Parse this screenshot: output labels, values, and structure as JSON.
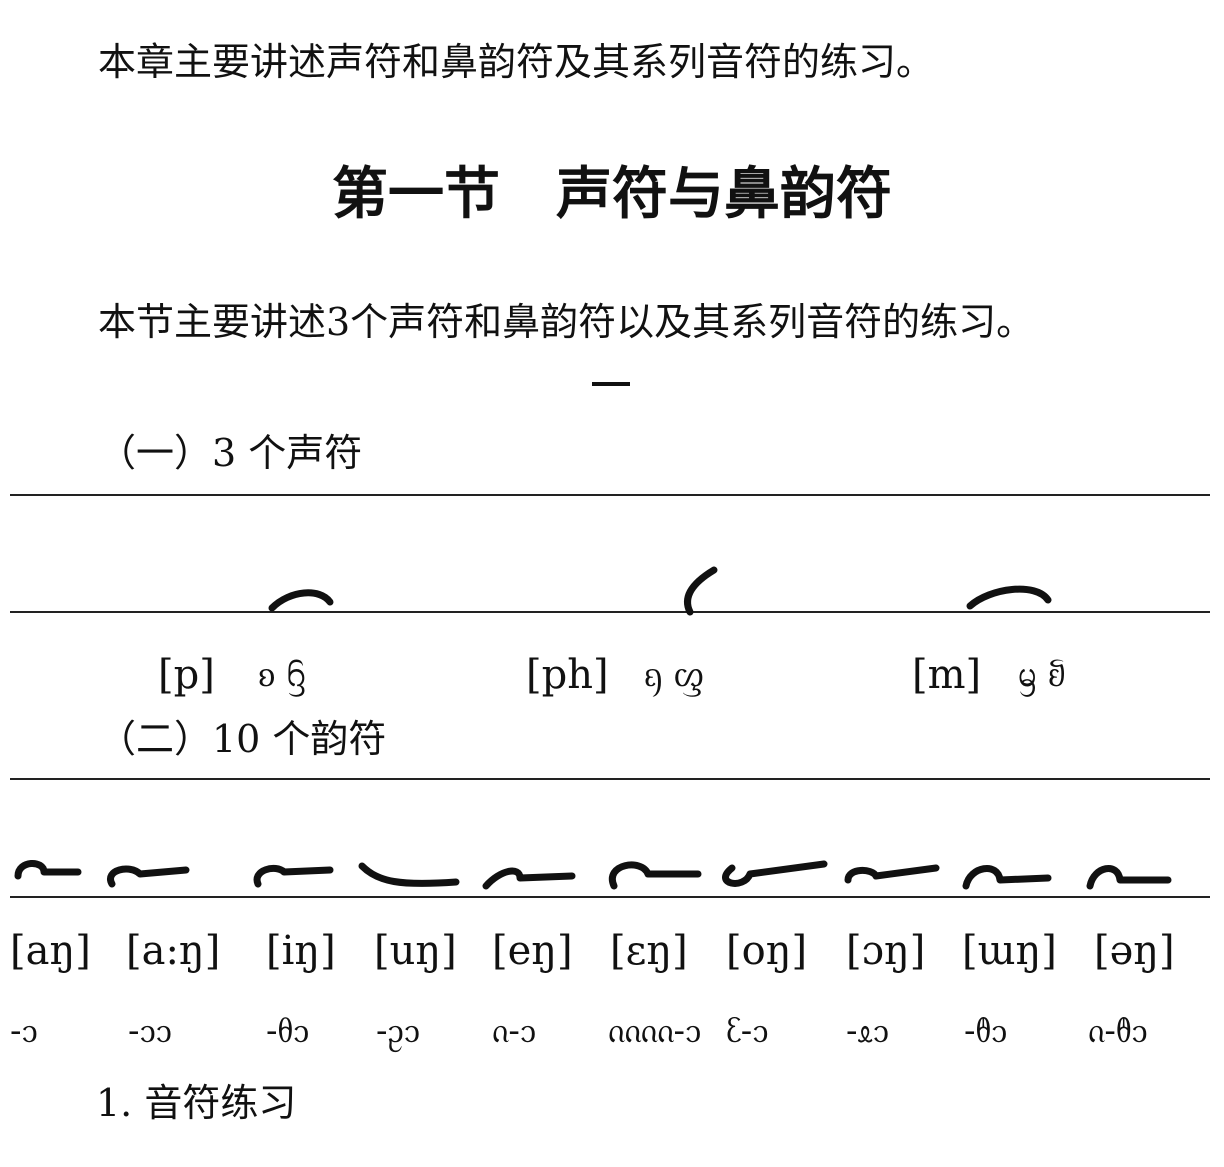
{
  "intro": "本章主要讲述声符和鼻韵符及其系列音符的练习。",
  "section_title": "第一节　声符与鼻韵符",
  "section_intro": "本节主要讲述3个声符和鼻韵符以及其系列音符的练习。",
  "part_marker": "一",
  "sub1": {
    "title": "（一）3 个声符",
    "items": [
      {
        "ipa": "[p]",
        "script": "ᦈ ᦌ"
      },
      {
        "ipa": "[ph]",
        "script": "ᦏ ᦐ"
      },
      {
        "ipa": "[m]",
        "script": "ᦙ ᦚ"
      }
    ]
  },
  "sub2": {
    "title": "（二）10 个韵符",
    "items": [
      {
        "ipa": "[aŋ]",
        "script": "-ᦱ"
      },
      {
        "ipa": "[a:ŋ]",
        "script": "-ᦱᦱ"
      },
      {
        "ipa": "[iŋ]",
        "script": "-ᦲᦱ"
      },
      {
        "ipa": "[uŋ]",
        "script": "-ᦳᦱ"
      },
      {
        "ipa": "[eŋ]",
        "script": "ᦵ-ᦱ"
      },
      {
        "ipa": "[ɛŋ]",
        "script": "ᦶᦶ-ᦱ"
      },
      {
        "ipa": "[oŋ]",
        "script": "ᦷ-ᦱ"
      },
      {
        "ipa": "[ɔŋ]",
        "script": "-ᦸᦱ"
      },
      {
        "ipa": "[ɯŋ]",
        "script": "-ᦹᦱ"
      },
      {
        "ipa": "[əŋ]",
        "script": "ᦵ-ᦹᦱ"
      }
    ]
  },
  "exercise_title": "1. 音符练习"
}
